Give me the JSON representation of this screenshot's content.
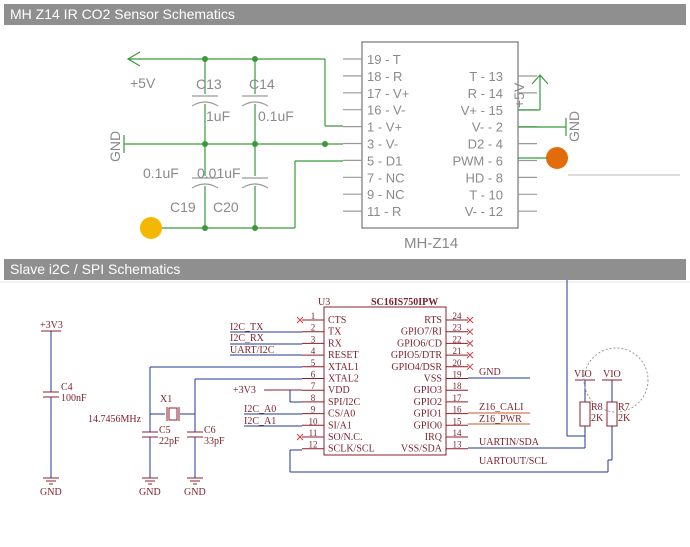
{
  "panels": [
    {
      "title": "MH Z14 IR CO2 Sensor Schematics"
    },
    {
      "title": "Slave i2C / SPI Schematics"
    }
  ],
  "colors": {
    "header_bg": "#8f8f8f",
    "header_text": "#ffffff",
    "wire_green": "#3a9a3a",
    "marker_yellow": "#f5b800",
    "marker_orange": "#e36c0a",
    "net_blue": "#1f3a93",
    "part_red": "#8a1f2b"
  },
  "sensor": {
    "module_name": "MH-Z14",
    "left_pins": [
      "19 - T",
      "18 - R",
      "17 - V+",
      "16 - V-",
      "1 - V+",
      "3 - V-",
      "5 - D1",
      "7 - NC",
      "9 - NC",
      "11 - R"
    ],
    "right_pins": [
      "T - 13",
      "R - 14",
      "V+ - 15",
      "V- - 2",
      "D2 - 4",
      "PWM - 6",
      "HD - 8",
      "T - 10",
      "V- - 12"
    ],
    "supply_label": "+5V",
    "gnd_left": "GND",
    "gnd_right": "GND",
    "vcc_right": "+5V",
    "caps": [
      {
        "name": "C13",
        "value": "1uF"
      },
      {
        "name": "C14",
        "value": "0.1uF"
      },
      {
        "name": "C19",
        "value": "0.1uF"
      },
      {
        "name": "C20",
        "value": "0.01uF"
      }
    ]
  },
  "bridge": {
    "designator": "U3",
    "part_number": "SC16IS750IPW",
    "left_pins": [
      {
        "num": "1",
        "name": "CTS"
      },
      {
        "num": "2",
        "name": "TX"
      },
      {
        "num": "3",
        "name": "RX"
      },
      {
        "num": "4",
        "name": "RESET"
      },
      {
        "num": "5",
        "name": "XTAL1"
      },
      {
        "num": "6",
        "name": "XTAL2"
      },
      {
        "num": "7",
        "name": "VDD"
      },
      {
        "num": "8",
        "name": "SPI/I2C"
      },
      {
        "num": "9",
        "name": "CS/A0"
      },
      {
        "num": "10",
        "name": "SI/A1"
      },
      {
        "num": "11",
        "name": "SO/N.C."
      },
      {
        "num": "12",
        "name": "SCLK/SCL"
      }
    ],
    "right_pins": [
      {
        "num": "24",
        "name": "RTS"
      },
      {
        "num": "23",
        "name": "GPIO7/RI"
      },
      {
        "num": "22",
        "name": "GPIO6/CD"
      },
      {
        "num": "21",
        "name": "GPIO5/DTR"
      },
      {
        "num": "20",
        "name": "GPIO4/DSR"
      },
      {
        "num": "19",
        "name": "VSS"
      },
      {
        "num": "18",
        "name": "GPIO3"
      },
      {
        "num": "17",
        "name": "GPIO2"
      },
      {
        "num": "16",
        "name": "GPIO1"
      },
      {
        "num": "15",
        "name": "GPIO0"
      },
      {
        "num": "14",
        "name": "IRQ"
      },
      {
        "num": "13",
        "name": "VSS/SDA"
      }
    ],
    "nets": {
      "i2c_tx": "I2C_TX",
      "i2c_rx": "I2C_RX",
      "uart_i2c": "UART/I2C",
      "i2c_a0": "I2C_A0",
      "i2c_a1": "I2C_A1",
      "vdd": "+3V3",
      "supply": "+3V3",
      "gnd": "GND",
      "z16_cali": "Z16_CALI",
      "z16_pwr": "Z16_PWR",
      "uartin": "UARTIN/SDA",
      "uartout": "UARTOUT/SCL"
    },
    "c4": {
      "name": "C4",
      "value": "100nF"
    },
    "crystal": {
      "name": "X1",
      "freq": "14.7456MHz"
    },
    "c5": {
      "name": "C5",
      "value": "22pF"
    },
    "c6": {
      "name": "C6",
      "value": "33pF"
    },
    "r8": {
      "name": "R8",
      "value": "2K",
      "rail": "VIO"
    },
    "r7": {
      "name": "R7",
      "value": "2K",
      "rail": "VIO"
    },
    "gnd_labels": [
      "GND",
      "GND",
      "GND"
    ]
  }
}
